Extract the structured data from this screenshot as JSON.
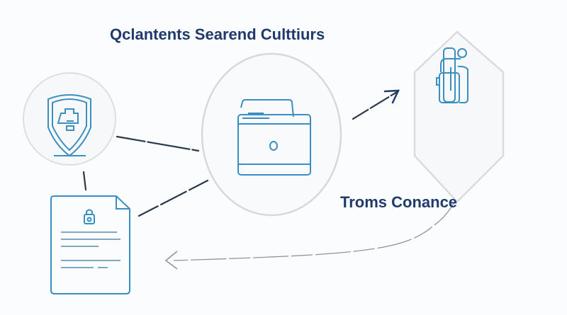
{
  "diagram": {
    "title": "Qclantents Searend Culttiurs",
    "flow_label": "Troms Conance",
    "nodes": [
      {
        "id": "shield",
        "icon": "shield-icon"
      },
      {
        "id": "drawer",
        "icon": "file-drawer-icon"
      },
      {
        "id": "device",
        "icon": "device-lock-icon"
      },
      {
        "id": "document",
        "icon": "locked-document-icon"
      }
    ],
    "colors": {
      "icon_stroke": "#3a8fc2",
      "text": "#1f3a6b",
      "connector": "#2b3a4a",
      "node_outline": "#d9dcde"
    }
  }
}
